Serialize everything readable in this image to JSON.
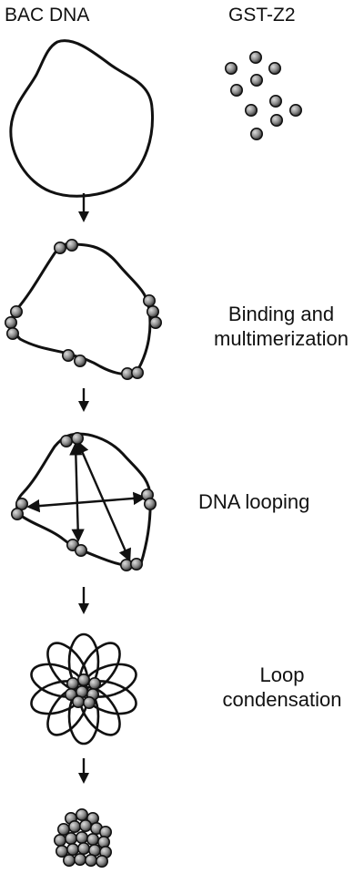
{
  "labels": {
    "bac_dna": "BAC  DNA",
    "gst_z2": "GST-Z2",
    "binding_line1": "Binding and",
    "binding_line2": "multimerization",
    "looping": "DNA looping",
    "condensation_line1": "Loop",
    "condensation_line2": "condensation"
  },
  "colors": {
    "line": "#111111",
    "protein_fill": "#8a8a8a",
    "protein_highlight": "#d8d8d8",
    "background": "#ffffff"
  },
  "icons": {
    "step_arrow": "down-arrow-icon",
    "protein": "sphere-icon"
  }
}
